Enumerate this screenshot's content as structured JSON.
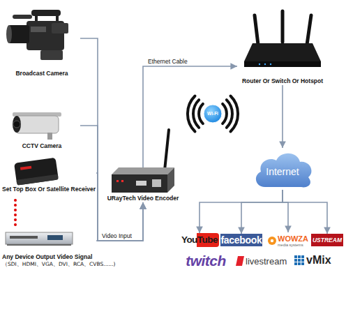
{
  "diagram": {
    "nodes": [
      {
        "text": [
          "Broadcast Camera"
        ]
      },
      {
        "text": [
          "CCTV Camera"
        ]
      },
      {
        "text": [
          "Set Top Box Or Satellite Receiver"
        ]
      },
      {
        "text": [
          "Any Device Output Video Signal",
          "（SDI、HDMI、VGA、DVI、RCA、CVBS......)"
        ]
      },
      {
        "text": [
          "URayTech Video Encoder"
        ]
      },
      {
        "text": [
          "Wi-Fi"
        ]
      },
      {
        "text": [
          "Router Or Switch Or Hotspot"
        ]
      },
      {
        "text": [
          "Internet"
        ]
      },
      {
        "text": [
          "YouTube"
        ]
      },
      {
        "text": [
          "facebook"
        ]
      },
      {
        "text": [
          "WOWZA",
          "media systems"
        ]
      },
      {
        "text": [
          "USTREAM"
        ]
      },
      {
        "text": [
          "twitch"
        ]
      },
      {
        "text": [
          "livestream"
        ]
      },
      {
        "text": [
          "vMix"
        ]
      }
    ],
    "edges": [
      {
        "from": 0,
        "to": 4,
        "arrow": "to"
      },
      {
        "from": 1,
        "to": 4,
        "arrow": "to"
      },
      {
        "from": 2,
        "to": 4,
        "arrow": "to"
      },
      {
        "from": 3,
        "to": 4,
        "label": "Video Input",
        "arrow": "to"
      },
      {
        "from": 4,
        "to": 6,
        "label": "Ethernet Cable",
        "arrow": "to"
      },
      {
        "from": 6,
        "to": 7,
        "arrow": "to"
      },
      {
        "from": 7,
        "to": 8,
        "arrow": "to"
      },
      {
        "from": 7,
        "to": 9,
        "arrow": "to"
      },
      {
        "from": 7,
        "to": 10,
        "arrow": "to"
      },
      {
        "from": 7,
        "to": 11,
        "arrow": "to"
      }
    ]
  }
}
